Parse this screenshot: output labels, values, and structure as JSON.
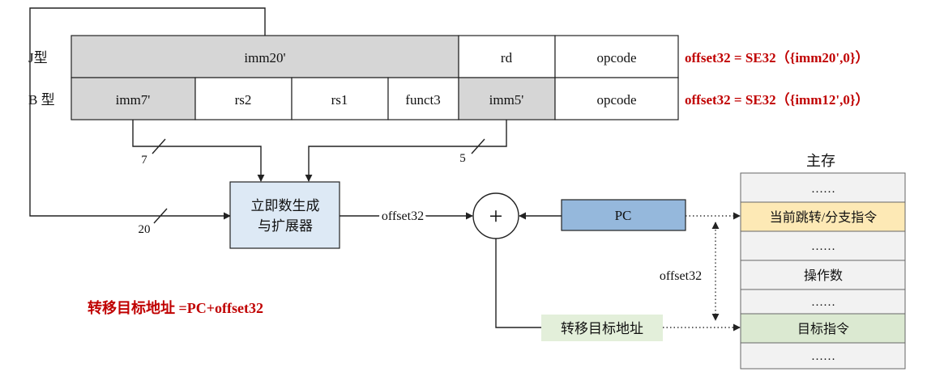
{
  "rows": [
    {
      "label": "J型",
      "fields": [
        "imm20'",
        "rd",
        "opcode"
      ],
      "formula": "offset32 = SE32（{imm20',0}）"
    },
    {
      "label": "B 型",
      "fields": [
        "imm7'",
        "rs2",
        "rs1",
        "funct3",
        "imm5'",
        "opcode"
      ],
      "formula": "offset32 = SE32（{imm12',0}）"
    }
  ],
  "wires": {
    "w7": "7",
    "w5": "5",
    "w20": "20"
  },
  "extender": {
    "line1": "立即数生成",
    "line2": "与扩展器"
  },
  "offset_label": "offset32",
  "adder_symbol": "+",
  "pc_label": "PC",
  "target_label": "转移目标地址",
  "memory": {
    "title": "主存",
    "cells": [
      "……",
      "当前跳转/分支指令",
      "……",
      "操作数",
      "……",
      "目标指令",
      "……"
    ]
  },
  "side_offset_label": "offset32",
  "formula_bottom": "转移目标地址 =PC+offset32",
  "colors": {
    "gray_field": "#d6d6d6",
    "formula_red": "#c00000",
    "pc_blue": "#95b8dc",
    "extender_blue": "#dde9f5",
    "current_instr_yellow": "#fde9b5",
    "target_green": "#dbe9d1",
    "target_box_green": "#e3efda",
    "memory_cell_gray": "#f2f2f2"
  }
}
